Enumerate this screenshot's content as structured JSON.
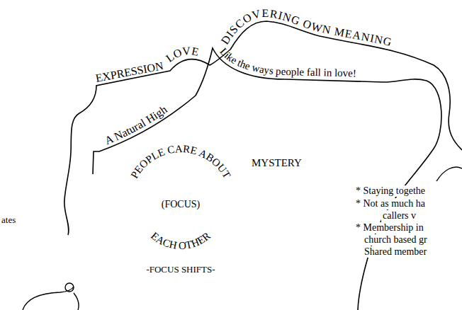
{
  "diagram": {
    "labels": [
      "EXPRESSION",
      "LOVE",
      "DISCOVERING OWN MEANING",
      "A Natural High",
      "Like the ways people fall in love!",
      "PEOPLE CARE ABOUT",
      "MYSTERY",
      "(FOCUS)",
      "EACH OTHER",
      "-FOCUS SHIFTS-",
      "* Staying togethe",
      "* Not as much ha",
      "callers v",
      "* Membership in",
      "church based gr",
      "Shared member",
      "ates"
    ]
  }
}
